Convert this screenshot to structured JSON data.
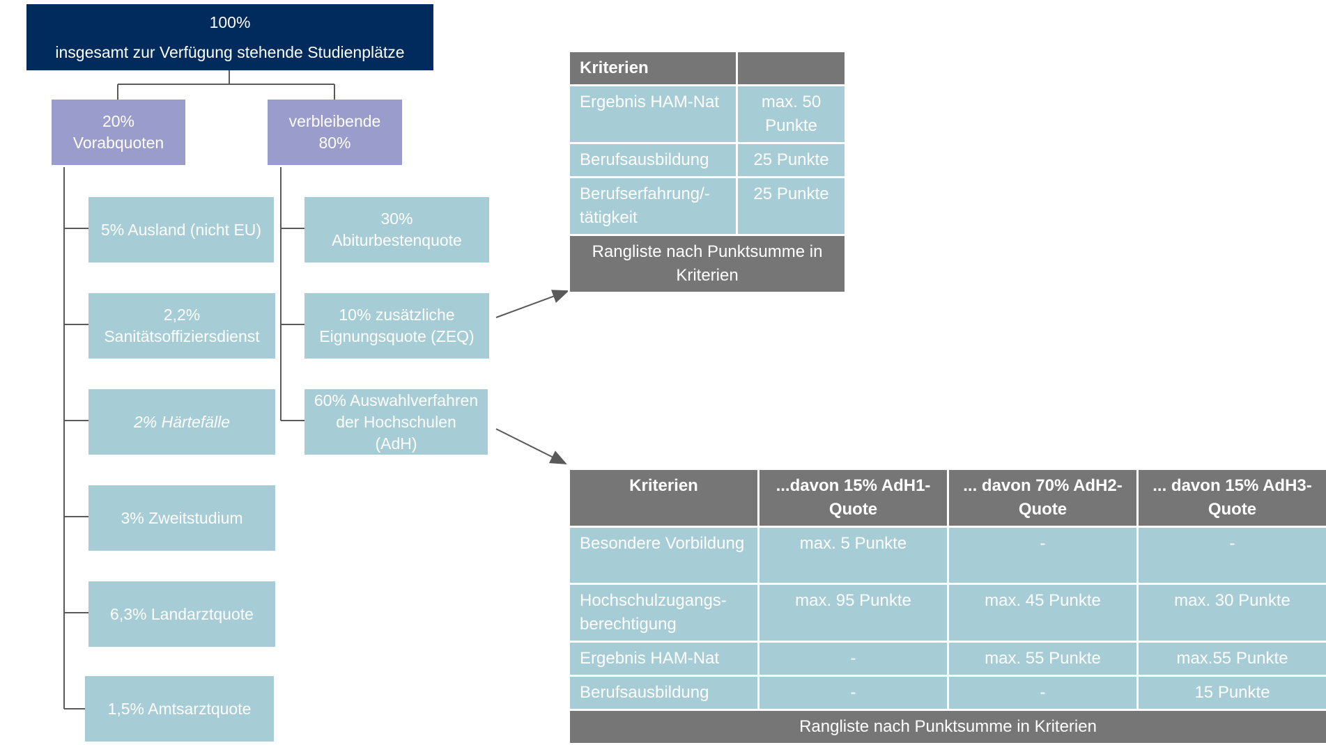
{
  "top": {
    "line1": "100%",
    "line2": "insgesamt zur Verfügung stehende Studienplätze"
  },
  "vorab": {
    "line1": "20%",
    "line2": "Vorabquoten"
  },
  "verbleibend": {
    "line1": "verbleibende",
    "line2": "80%"
  },
  "left_items": [
    {
      "lines": [
        "5% Ausland (nicht EU)"
      ]
    },
    {
      "lines": [
        "2,2%",
        "Sanitätsoffiziersdienst"
      ]
    },
    {
      "lines": [
        "2% Härtefälle"
      ]
    },
    {
      "lines": [
        "3% Zweitstudium"
      ]
    },
    {
      "lines": [
        "6,3% Landarztquote"
      ]
    },
    {
      "lines": [
        "1,5% Amtsarztquote"
      ]
    }
  ],
  "right_items": [
    {
      "lines": [
        "30%",
        "Abiturbestenquote"
      ]
    },
    {
      "lines": [
        "10% zusätzliche",
        "Eignungsquote (ZEQ)"
      ]
    },
    {
      "lines": [
        "60% Auswahlverfahren",
        "der Hochschulen",
        "(AdH)"
      ]
    }
  ],
  "zeq_table": {
    "header": [
      "Kriterien",
      ""
    ],
    "rows": [
      [
        "Ergebnis HAM-Nat",
        "max. 50 Punkte"
      ],
      [
        "Berufsausbildung",
        "25 Punkte"
      ],
      [
        "Berufserfahrung/-tätigkeit",
        "25 Punkte"
      ]
    ],
    "footer": "Rangliste nach Punktsumme in Kriterien"
  },
  "adh_table": {
    "header": [
      "Kriterien",
      "...davon 15% AdH1-Quote",
      "... davon 70% AdH2-Quote",
      "... davon 15% AdH3-Quote"
    ],
    "rows": [
      [
        "Besondere Vorbildung",
        "max. 5 Punkte",
        "-",
        "-"
      ],
      [
        "Hochschulzugangs-berechtigung",
        "max. 95 Punkte",
        "max. 45 Punkte",
        "max. 30 Punkte"
      ],
      [
        "Ergebnis HAM-Nat",
        "-",
        "max. 55 Punkte",
        "max.55 Punkte"
      ],
      [
        "Berufsausbildung",
        "-",
        "-",
        "15 Punkte"
      ]
    ],
    "footer": "Rangliste nach Punktsumme in Kriterien"
  },
  "colors": {
    "navy": "#002b5c",
    "purple": "#9a9ccc",
    "teal": "#a6cdd5",
    "gray": "#767676"
  }
}
